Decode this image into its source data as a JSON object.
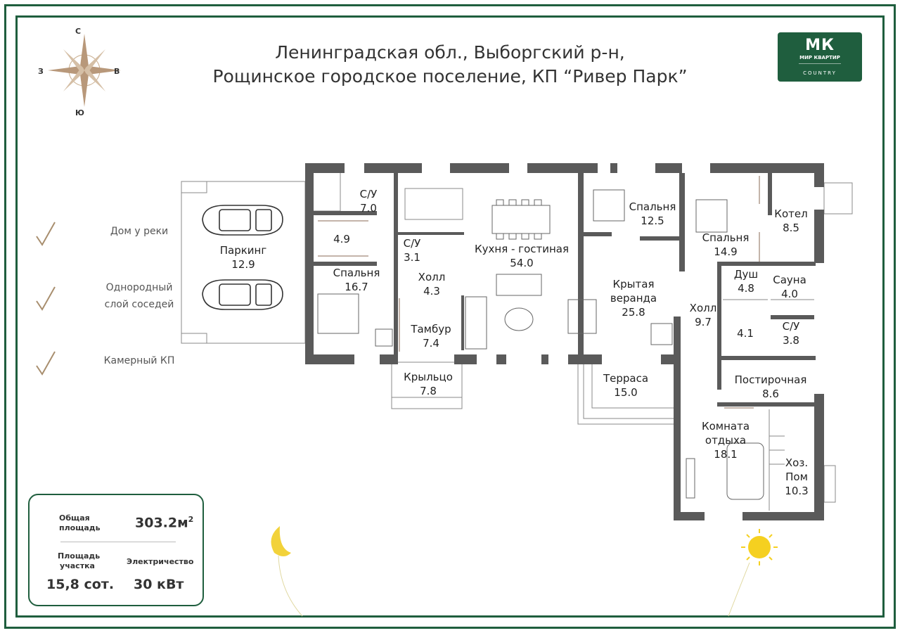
{
  "header": {
    "title_line1": "Ленинградская обл., Выборгский р-н,",
    "title_line2": "Рощинское городское поселение, КП “Ривер Парк”"
  },
  "logo": {
    "mark": "МК",
    "name": "МИР КВАРТИР",
    "sub": "COUNTRY"
  },
  "compass": {
    "north": "С",
    "south": "Ю",
    "west": "З",
    "east": "В"
  },
  "features": [
    {
      "label": "Дом у реки"
    },
    {
      "label_line1": "Однородный",
      "label_line2": "слой соседей"
    },
    {
      "label": "Камерный КП"
    }
  ],
  "rooms": {
    "parking": {
      "name": "Паркинг",
      "area": "12.9"
    },
    "wc1": {
      "name": "С/У",
      "area": "7.0"
    },
    "storage49": {
      "area": "4.9"
    },
    "bedroom167": {
      "name": "Спальня",
      "area": "16.7"
    },
    "wc2": {
      "name": "С/У",
      "area": "3.1"
    },
    "hall43": {
      "name": "Холл",
      "area": "4.3"
    },
    "tambour": {
      "name": "Тамбур",
      "area": "7.4"
    },
    "kitchen": {
      "name": "Кухня - гостиная",
      "area": "54.0"
    },
    "porch": {
      "name": "Крыльцо",
      "area": "7.8"
    },
    "veranda": {
      "name_line1": "Крытая",
      "name_line2": "веранда",
      "area": "25.8"
    },
    "terrace": {
      "name": "Терраса",
      "area": "15.0"
    },
    "bedroom125": {
      "name": "Спальня",
      "area": "12.5"
    },
    "bedroom149": {
      "name": "Спальня",
      "area": "14.9"
    },
    "boiler": {
      "name": "Котел",
      "area": "8.5"
    },
    "hall97": {
      "name": "Холл",
      "area": "9.7"
    },
    "shower": {
      "name": "Душ",
      "area": "4.8"
    },
    "sauna": {
      "name": "Сауна",
      "area": "4.0"
    },
    "room41": {
      "area": "4.1"
    },
    "wc3": {
      "name": "С/У",
      "area": "3.8"
    },
    "laundry": {
      "name": "Постирочная",
      "area": "8.6"
    },
    "lounge": {
      "name_line1": "Комната",
      "name_line2": "отдыха",
      "area": "18.1"
    },
    "utility": {
      "name_line1": "Хоз.",
      "name_line2": "Пом",
      "area": "10.3"
    }
  },
  "info": {
    "total_label_line1": "Общая",
    "total_label_line2": "площадь",
    "total_value": "303.2м",
    "total_unit_sup": "2",
    "plot_label_line1": "Площадь",
    "plot_label_line2": "участка",
    "plot_value": "15,8 сот.",
    "power_label": "Электричество",
    "power_value": "30 кВт"
  },
  "colors": {
    "brand_green": "#1f5e3e",
    "wall": "#5a5a5a",
    "accent_check": "#a88e6e",
    "moon": "#f2d23a",
    "sun": "#f5d020"
  }
}
